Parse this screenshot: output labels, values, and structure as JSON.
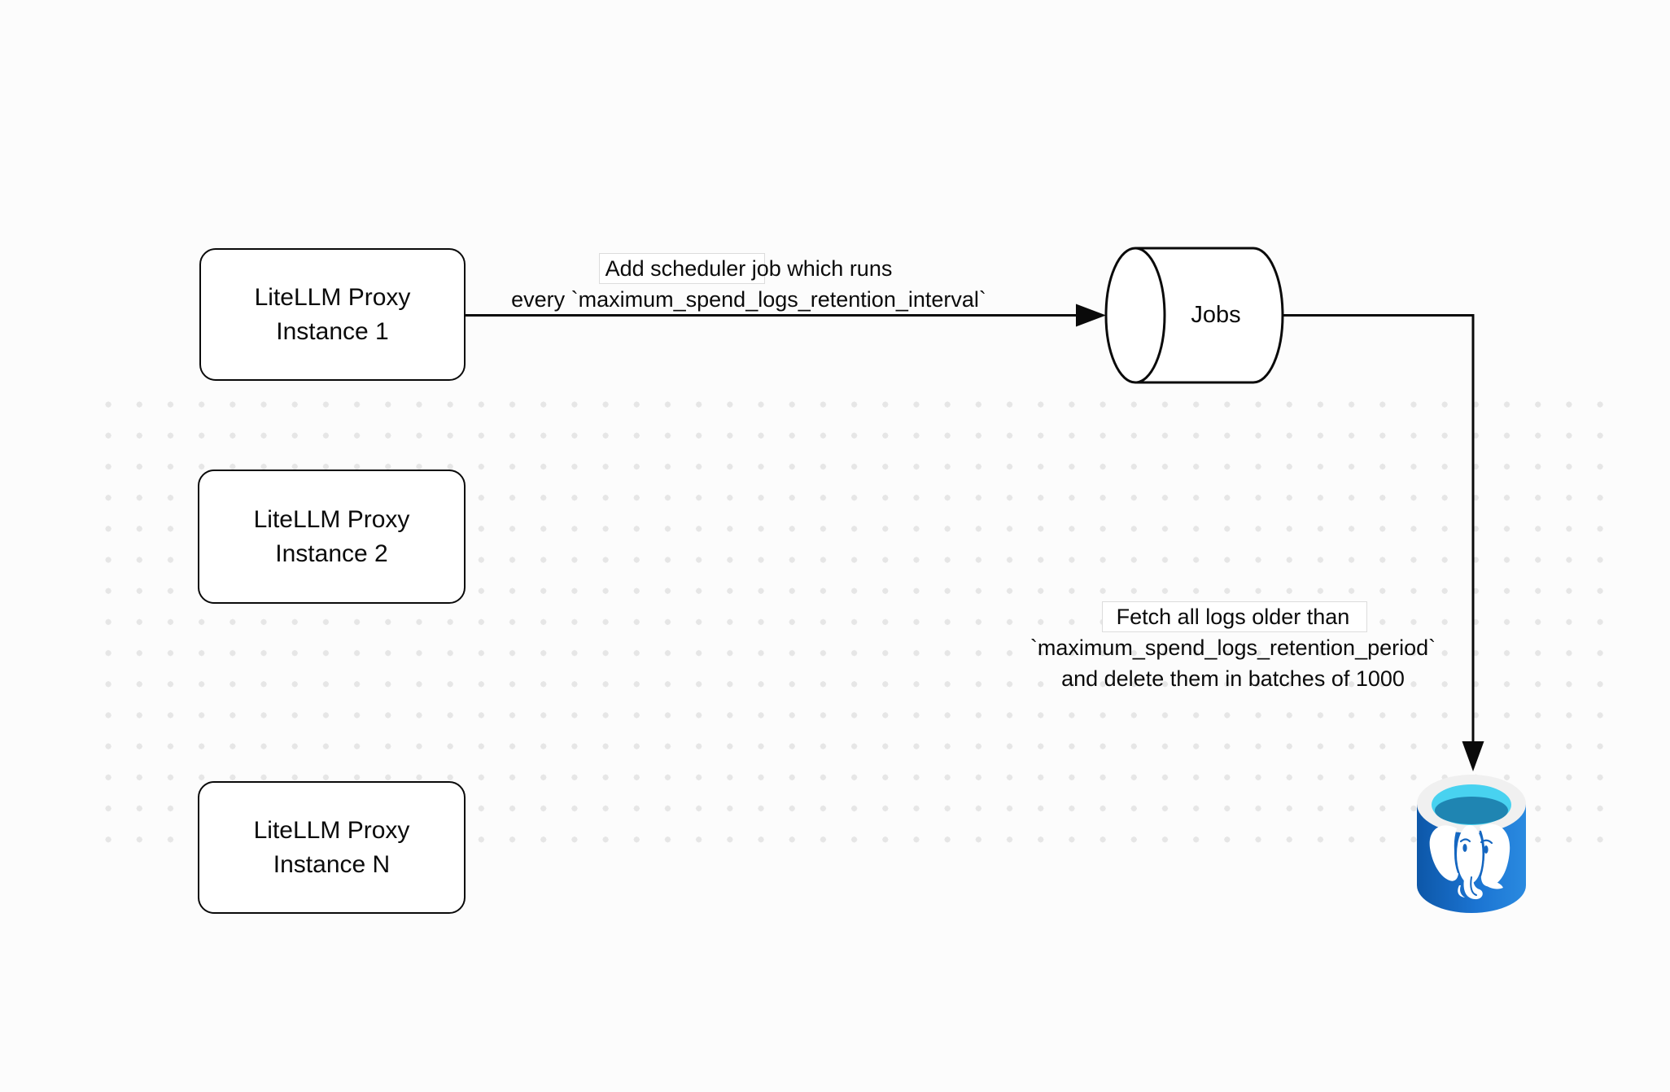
{
  "diagram": {
    "nodes": {
      "instance1": {
        "label": "LiteLLM Proxy\nInstance 1",
        "shape": "rounded-rectangle"
      },
      "instance2": {
        "label": "LiteLLM Proxy\nInstance 2",
        "shape": "rounded-rectangle"
      },
      "instanceN": {
        "label": "LiteLLM Proxy\nInstance N",
        "shape": "rounded-rectangle"
      },
      "jobs": {
        "label": "Jobs",
        "shape": "horizontal-cylinder"
      },
      "postgres": {
        "icon": "postgresql-database-icon",
        "shape": "database-cylinder"
      }
    },
    "edges": {
      "schedule": {
        "from": "instance1",
        "to": "jobs",
        "label": "Add scheduler job which runs\nevery `maximum_spend_logs_retention_interval`"
      },
      "fetch": {
        "from": "jobs",
        "to": "postgres",
        "label": "Fetch all logs older than\n`maximum_spend_logs_retention_period`\nand delete them in batches of 1000"
      }
    },
    "colors": {
      "background": "#fcfcfc",
      "grid_dot": "#e6e6e6",
      "stroke": "#0a0a0a",
      "node_fill": "#ffffff",
      "label_chip_border": "#dcdcdc",
      "postgres_blue_dark": "#0d57a8",
      "postgres_blue": "#1b74d2",
      "postgres_blue_light": "#2a8ae0",
      "postgres_rim": "#f0f0f0",
      "postgres_cyan": "#48d2f0",
      "postgres_teal": "#1f85b2",
      "elephant_accent": "#1566c0"
    }
  }
}
